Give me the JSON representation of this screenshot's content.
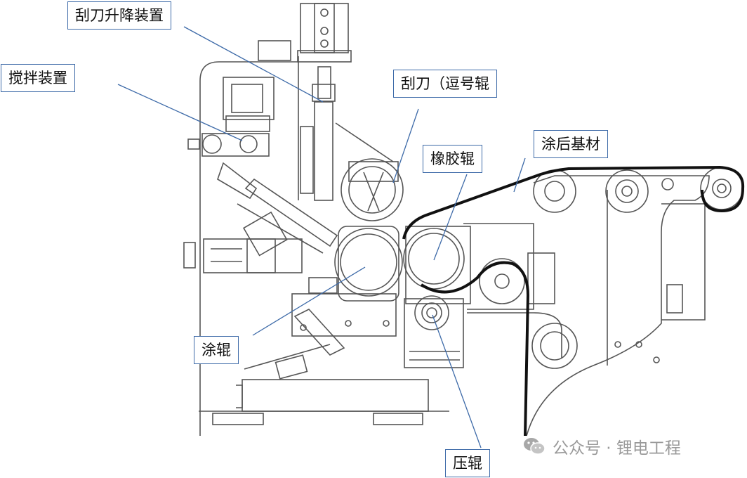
{
  "labels": {
    "scraper_lift": "刮刀升降装置",
    "stirring": "搅拌装置",
    "scraper": "刮刀（逗号辊",
    "rubber_roller": "橡胶辊",
    "coated_substrate": "涂后基材",
    "coating_roller": "涂辊",
    "pressure_roller": "压辊"
  },
  "watermark": {
    "text": "公众号 · 锂电工程",
    "icon": "wechat-icon"
  },
  "colors": {
    "line": "#555555",
    "leader": "#3d6aa8",
    "substrate": "#111111",
    "label_border": "#3d6aa8"
  }
}
